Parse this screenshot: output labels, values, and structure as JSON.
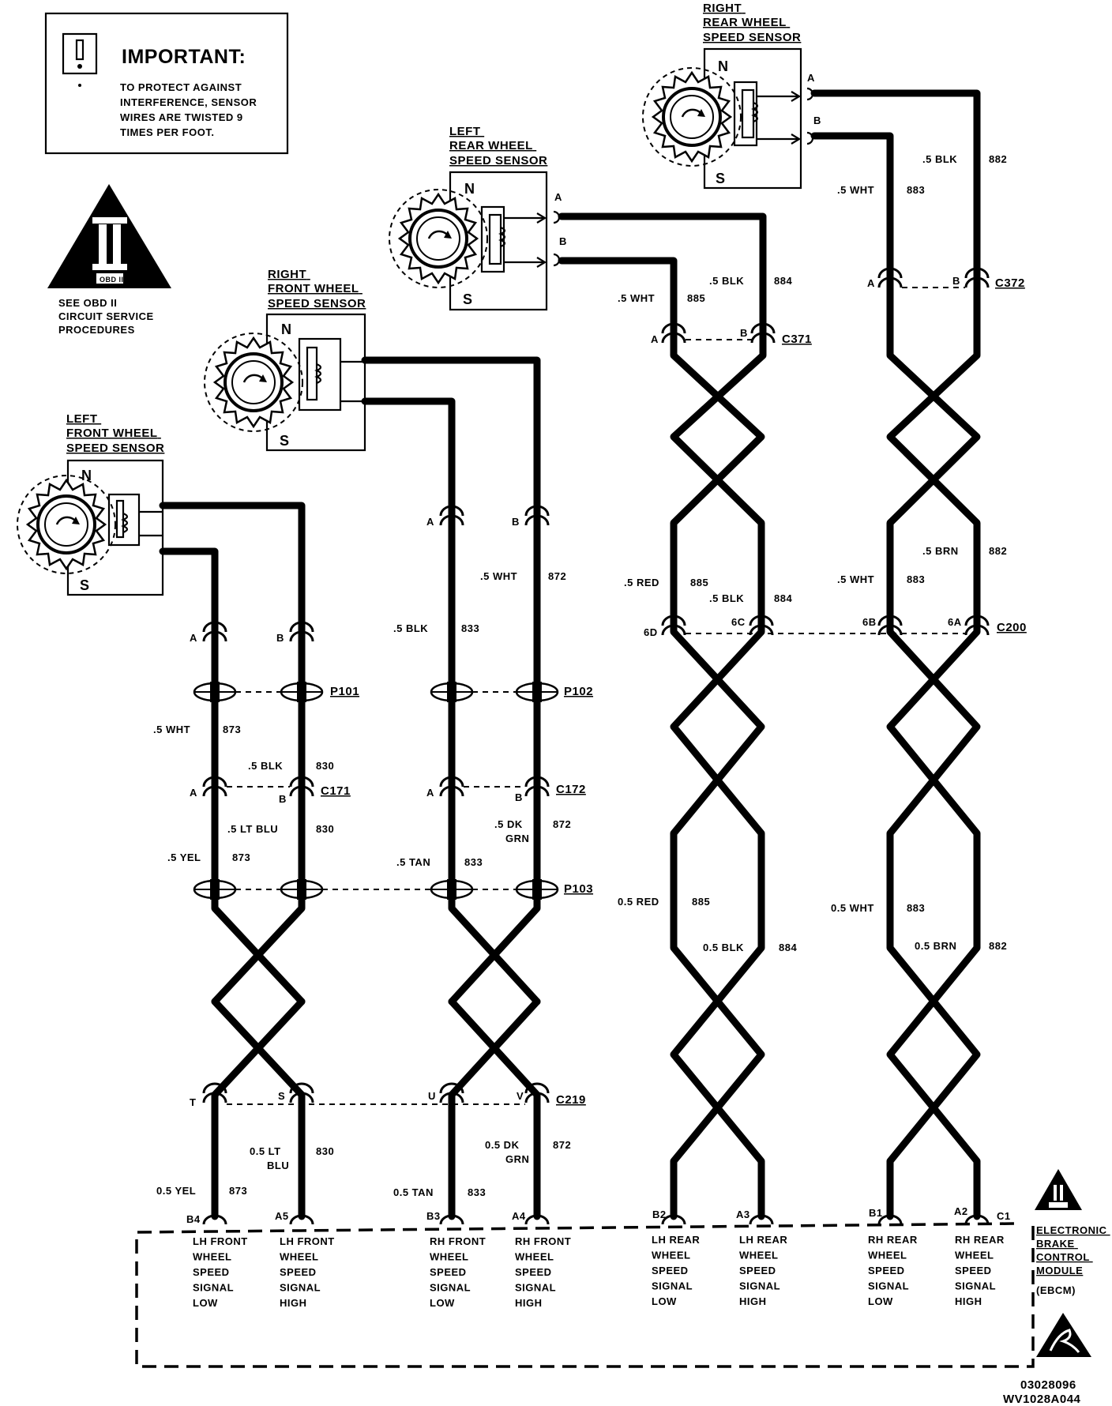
{
  "important": {
    "title": "IMPORTANT:",
    "lines": [
      "TO PROTECT AGAINST",
      "INTERFERENCE, SENSOR",
      "WIRES ARE TWISTED 9",
      "TIMES PER FOOT."
    ]
  },
  "obd": {
    "logo_text": "OBD II",
    "note": [
      "SEE OBD II",
      "CIRCUIT SERVICE",
      "PROCEDURES"
    ]
  },
  "sensors": {
    "lf": {
      "title": [
        "LEFT",
        "FRONT WHEEL",
        "SPEED SENSOR"
      ],
      "pole_n": "N",
      "pole_s": "S"
    },
    "rf": {
      "title": [
        "RIGHT",
        "FRONT WHEEL",
        "SPEED SENSOR"
      ],
      "pole_n": "N",
      "pole_s": "S"
    },
    "lr": {
      "title": [
        "LEFT",
        "REAR WHEEL",
        "SPEED SENSOR"
      ],
      "pole_n": "N",
      "pole_s": "S",
      "term_a": "A",
      "term_b": "B"
    },
    "rr": {
      "title": [
        "RIGHT",
        "REAR WHEEL",
        "SPEED SENSOR"
      ],
      "pole_n": "N",
      "pole_s": "S",
      "term_a": "A",
      "term_b": "B"
    }
  },
  "connectors": {
    "c371": {
      "name": "C371",
      "pins": [
        "A",
        "B"
      ]
    },
    "c372": {
      "name": "C372",
      "pins": [
        "A",
        "B"
      ]
    },
    "c200": {
      "name": "C200",
      "pins": [
        "6D",
        "6C",
        "6B",
        "6A"
      ]
    },
    "p101": {
      "name": "P101"
    },
    "p102": {
      "name": "P102"
    },
    "p103": {
      "name": "P103"
    },
    "c171": {
      "name": "C171",
      "pins": [
        "A",
        "B"
      ]
    },
    "c172": {
      "name": "C172",
      "pins": [
        "A",
        "B"
      ]
    },
    "c219": {
      "name": "C219",
      "pins": [
        "T",
        "S",
        "U",
        "V"
      ]
    },
    "lf_top": {
      "pins": [
        "A",
        "B"
      ]
    },
    "rf_top": {
      "pins": [
        "A",
        "B"
      ]
    }
  },
  "wires": {
    "lf_885": {
      "spec": ".5 WHT",
      "circuit": "885"
    },
    "lf_884": {
      "spec": ".5 BLK",
      "circuit": "884"
    },
    "rr_882": {
      "spec": ".5 BLK",
      "circuit": "882"
    },
    "rr_883": {
      "spec": ".5 WHT",
      "circuit": "883"
    },
    "rf_872": {
      "spec": ".5 WHT",
      "circuit": "872"
    },
    "rf_833": {
      "spec": ".5 BLK",
      "circuit": "833"
    },
    "lr_885b": {
      "spec": ".5 RED",
      "circuit": "885"
    },
    "lr_884b": {
      "spec": ".5 BLK",
      "circuit": "884"
    },
    "rr_882b": {
      "spec": ".5 BRN",
      "circuit": "882"
    },
    "rr_883b": {
      "spec": ".5 WHT",
      "circuit": "883"
    },
    "lf_873": {
      "spec": ".5 WHT",
      "circuit": "873"
    },
    "lf_830": {
      "spec": ".5 BLK",
      "circuit": "830"
    },
    "lf_830b": {
      "spec": ".5 LT BLU",
      "circuit": "830"
    },
    "lf_873b": {
      "spec": ".5 YEL",
      "circuit": "873"
    },
    "rf_872b": {
      "spec_lines": [
        ".5 DK",
        "GRN"
      ],
      "circuit": "872"
    },
    "rf_833b": {
      "spec": ".5 TAN",
      "circuit": "833"
    },
    "lr_885c": {
      "spec": "0.5 RED",
      "circuit": "885"
    },
    "lr_884c": {
      "spec": "0.5 BLK",
      "circuit": "884"
    },
    "rr_883c": {
      "spec": "0.5 WHT",
      "circuit": "883"
    },
    "rr_882c": {
      "spec": "0.5 BRN",
      "circuit": "882"
    },
    "lf_830c": {
      "spec_lines": [
        "0.5 LT",
        "BLU"
      ],
      "circuit": "830"
    },
    "lf_873c": {
      "spec": "0.5 YEL",
      "circuit": "873"
    },
    "rf_872c": {
      "spec_lines": [
        "0.5 DK",
        "GRN"
      ],
      "circuit": "872"
    },
    "rf_833c": {
      "spec": "0.5 TAN",
      "circuit": "833"
    }
  },
  "ebcm": {
    "pins": [
      "B4",
      "A5",
      "B3",
      "A4",
      "B2",
      "A3",
      "B1",
      "A2",
      "C1"
    ],
    "labels": [
      [
        "LH FRONT",
        "WHEEL",
        "SPEED",
        "SIGNAL",
        "LOW"
      ],
      [
        "LH FRONT",
        "WHEEL",
        "SPEED",
        "SIGNAL",
        "HIGH"
      ],
      [
        "RH FRONT",
        "WHEEL",
        "SPEED",
        "SIGNAL",
        "LOW"
      ],
      [
        "RH FRONT",
        "WHEEL",
        "SPEED",
        "SIGNAL",
        "HIGH"
      ],
      [
        "LH REAR",
        "WHEEL",
        "SPEED",
        "SIGNAL",
        "LOW"
      ],
      [
        "LH REAR",
        "WHEEL",
        "SPEED",
        "SIGNAL",
        "HIGH"
      ],
      [
        "RH REAR",
        "WHEEL",
        "SPEED",
        "SIGNAL",
        "LOW"
      ],
      [
        "RH REAR",
        "WHEEL",
        "SPEED",
        "SIGNAL",
        "HIGH"
      ]
    ],
    "title": [
      "ELECTRONIC",
      "BRAKE",
      "CONTROL",
      "MODULE",
      "(EBCM)"
    ]
  },
  "footer": {
    "codes": [
      "03028096",
      "WV1028A044"
    ]
  }
}
